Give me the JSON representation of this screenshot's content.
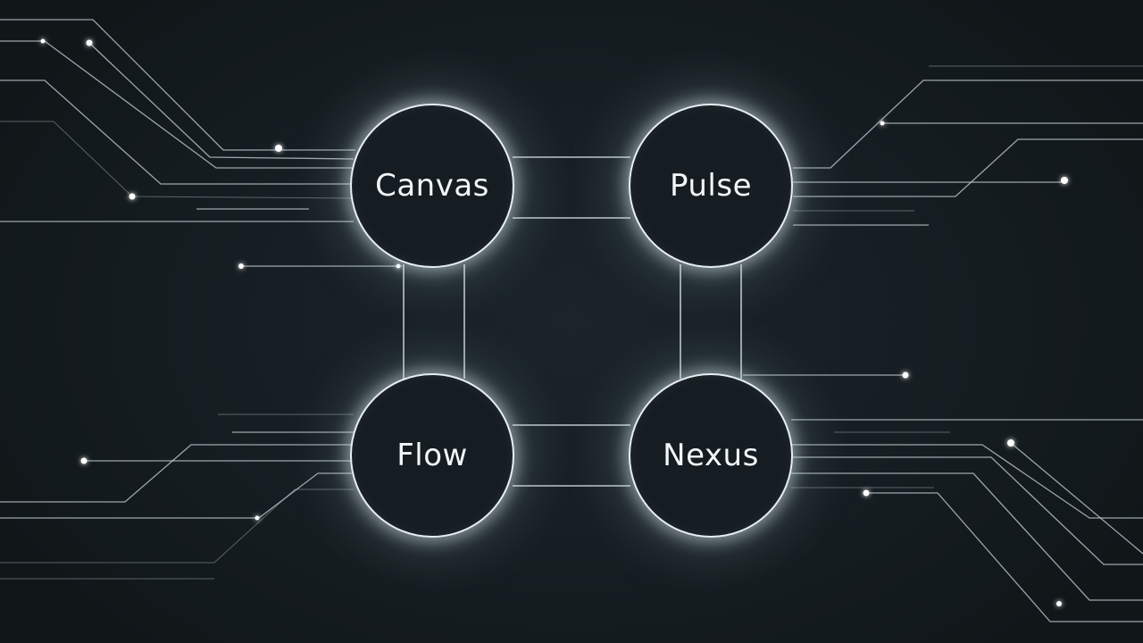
{
  "nodes": {
    "canvas": {
      "label": "Canvas"
    },
    "pulse": {
      "label": "Pulse"
    },
    "flow": {
      "label": "Flow"
    },
    "nexus": {
      "label": "Nexus"
    }
  },
  "colors": {
    "background": "#131b1f",
    "node_fill": "#151d22",
    "node_border": "#e6eef2",
    "glow": "#dcebf2",
    "text": "#f2f6f8"
  }
}
